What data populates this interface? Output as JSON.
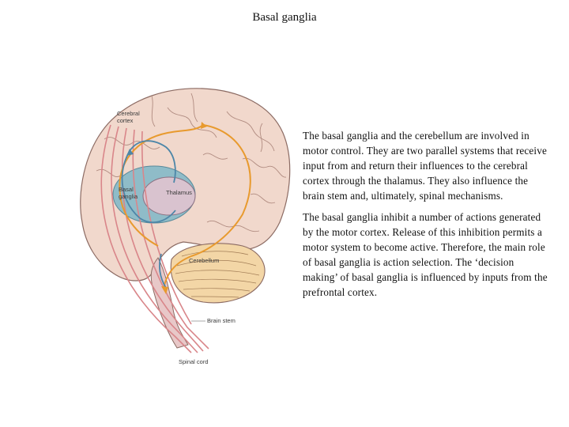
{
  "title": "Basal ganglia",
  "figure": {
    "labels": {
      "cerebral_cortex": [
        "Cerebral",
        "cortex"
      ],
      "basal_ganglia": [
        "Basal",
        "ganglia"
      ],
      "thalamus": "Thalamus",
      "cerebellum": "Cerebellum",
      "brain_stem": "Brain stem",
      "spinal_cord": "Spinal cord"
    },
    "colors": {
      "cortex": "#f1d8cc",
      "cortex_outline": "#8c6b63",
      "basal_ganglia": "#8fbcc8",
      "thalamus": "#d9c3cf",
      "cerebellum": "#f3d6a6",
      "brain_stem": "#e8c8c8",
      "orange_pathway": "#e89a2e",
      "blue_pathway": "#4d86a8",
      "pink_pathway": "#d9868a"
    }
  },
  "paragraphs": [
    "The basal ganglia and the cerebellum are involved in motor control. They are two parallel systems that receive input from and return their influences to the cerebral cortex through the thalamus. They also influence the brain stem and, ultimately, spinal mechanisms.",
    "The basal ganglia inhibit a number of actions generated by the motor cortex. Release of this inhibition permits a motor system to become active. Therefore, the main role of basal ganglia is action selection. The ‘decision making’ of basal ganglia is influenced by inputs from the prefrontal cortex."
  ]
}
